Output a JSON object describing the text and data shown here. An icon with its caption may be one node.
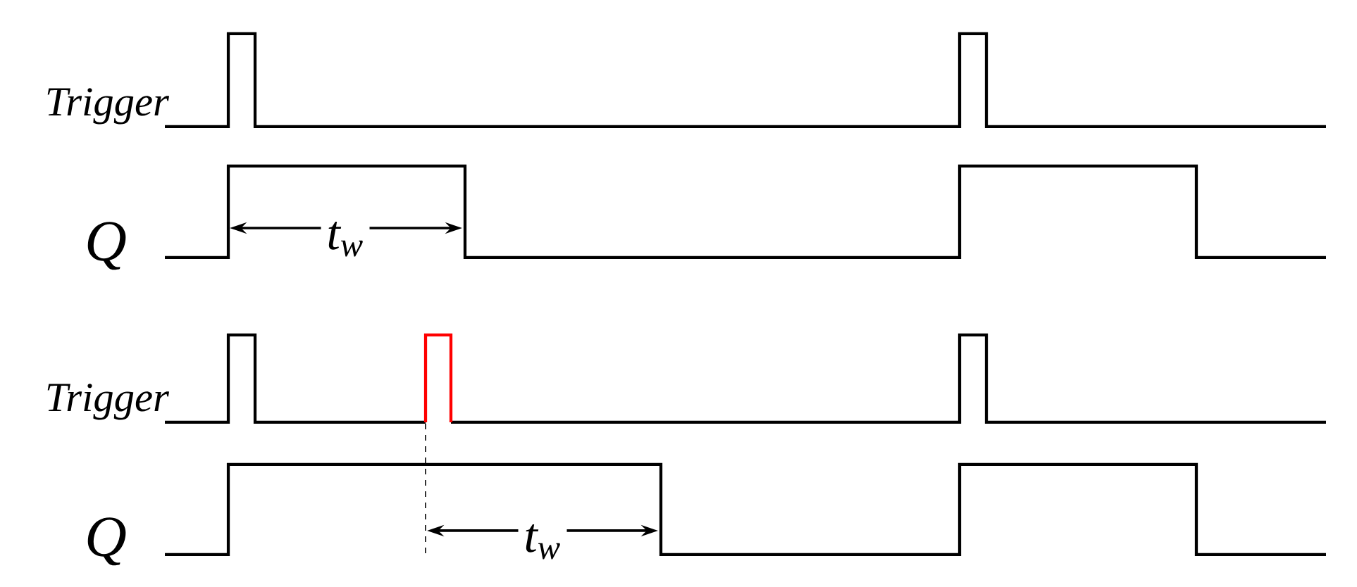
{
  "diagram": {
    "labels": [
      "Trigger",
      "Q",
      "t$_{w}$",
      "Trigger",
      "Q",
      "t$_{w}$"
    ]
  }
}
